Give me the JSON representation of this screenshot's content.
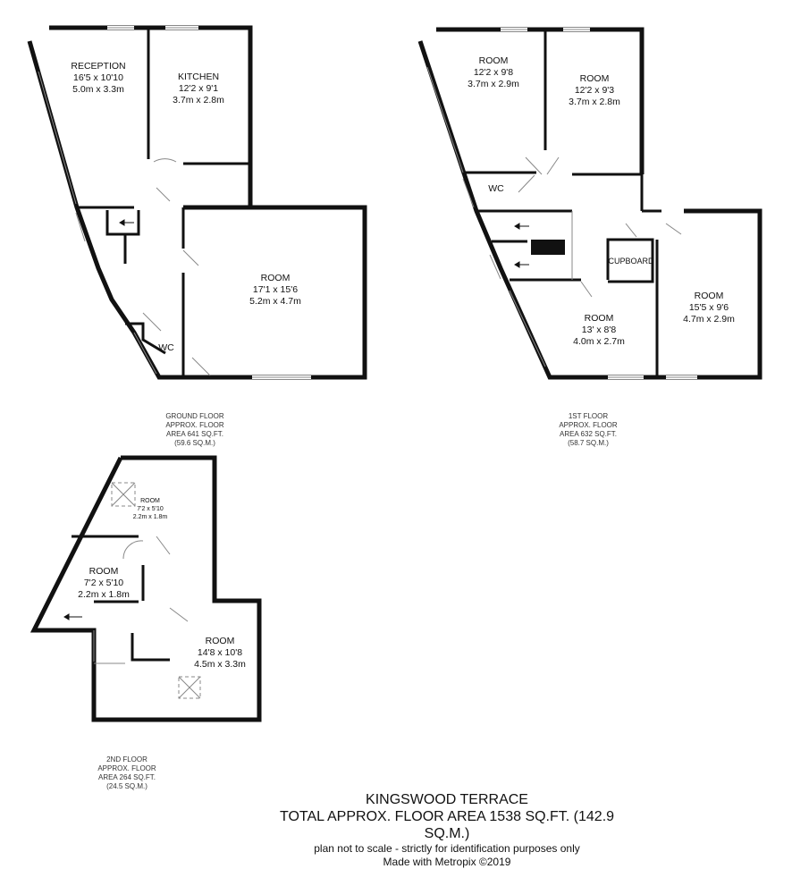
{
  "ground_floor": {
    "rooms": [
      {
        "name": "RECEPTION",
        "imperial": "16'5 x 10'10",
        "metric": "5.0m x 3.3m"
      },
      {
        "name": "KITCHEN",
        "imperial": "12'2 x 9'1",
        "metric": "3.7m x 2.8m"
      },
      {
        "name": "ROOM",
        "imperial": "17'1 x 15'6",
        "metric": "5.2m x 4.7m"
      },
      {
        "name": "WC"
      }
    ],
    "area": [
      "GROUND FLOOR",
      "APPROX. FLOOR",
      "AREA 641 SQ.FT.",
      "(59.6 SQ.M.)"
    ]
  },
  "first_floor": {
    "rooms": [
      {
        "name": "ROOM",
        "imperial": "12'2 x 9'8",
        "metric": "3.7m x 2.9m"
      },
      {
        "name": "ROOM",
        "imperial": "12'2 x 9'3",
        "metric": "3.7m x 2.8m"
      },
      {
        "name": "WC"
      },
      {
        "name": "CUPBOARD"
      },
      {
        "name": "ROOM",
        "imperial": "13' x 8'8",
        "metric": "4.0m x 2.7m"
      },
      {
        "name": "ROOM",
        "imperial": "15'5 x 9'6",
        "metric": "4.7m x 2.9m"
      }
    ],
    "area": [
      "1ST FLOOR",
      "APPROX. FLOOR",
      "AREA 632 SQ.FT.",
      "(58.7 SQ.M.)"
    ]
  },
  "second_floor": {
    "rooms": [
      {
        "name": "ROOM",
        "imperial": "7'2 x 5'10",
        "metric": "2.2m x 1.8m"
      },
      {
        "name": "ROOM",
        "imperial": "7'2 x 5'10",
        "metric": "2.2m x 1.8m"
      },
      {
        "name": "ROOM",
        "imperial": "14'8 x 10'8",
        "metric": "4.5m x 3.3m"
      }
    ],
    "area": [
      "2ND FLOOR",
      "APPROX. FLOOR",
      "AREA 264 SQ.FT.",
      "(24.5 SQ.M.)"
    ]
  },
  "footer": {
    "title": "KINGSWOOD TERRACE",
    "total": "TOTAL APPROX. FLOOR AREA 1538 SQ.FT. (142.9 SQ.M.)",
    "disclaimer": "plan not to scale - strictly for identification purposes only",
    "credit": "Made with Metropix ©2019"
  }
}
